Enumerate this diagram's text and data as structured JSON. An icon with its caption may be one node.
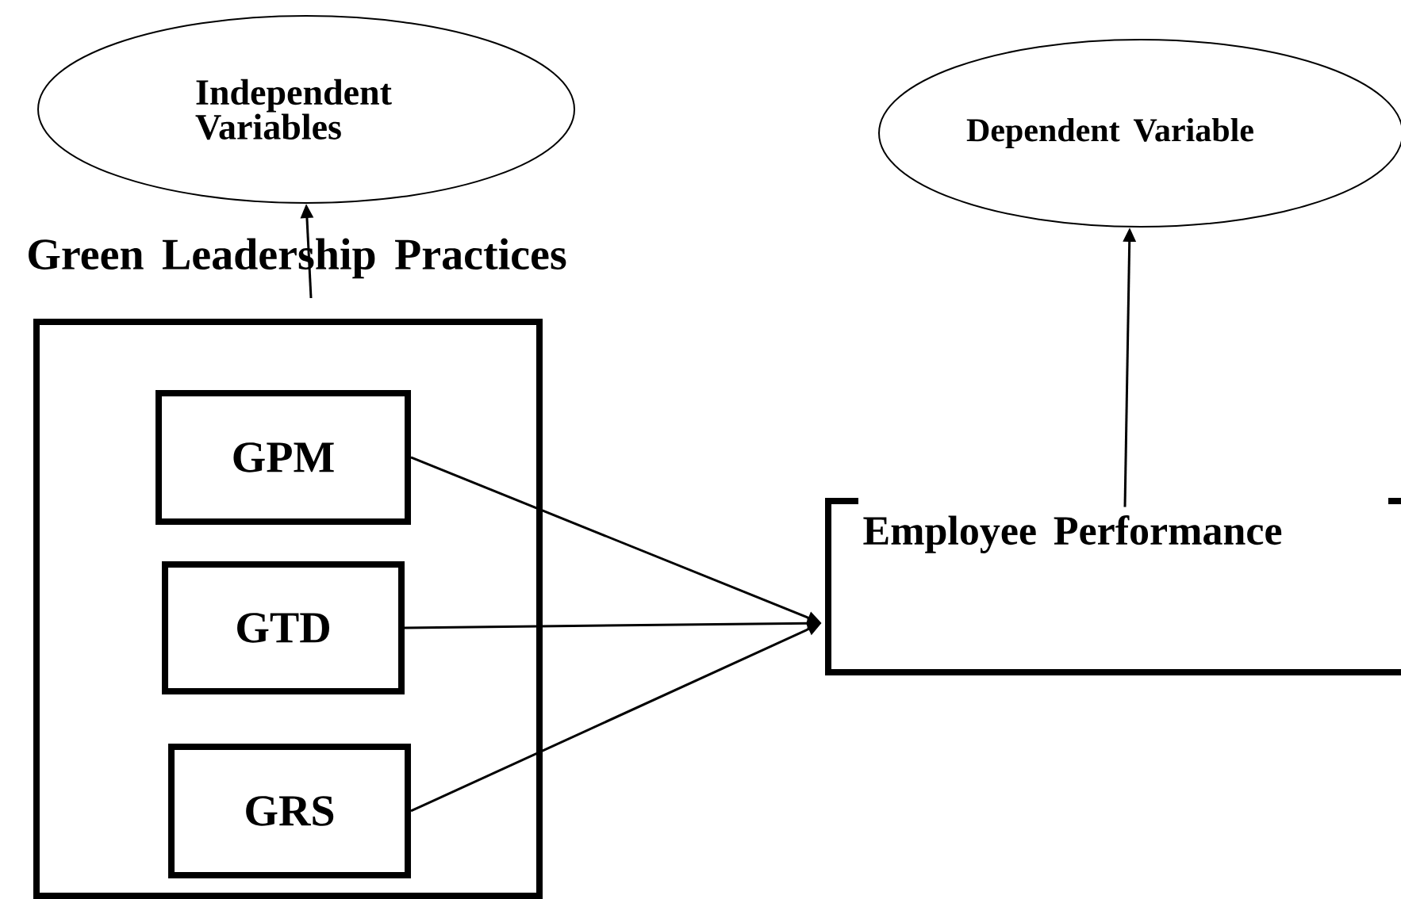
{
  "diagram": {
    "nodes": [
      {
        "text": [
          "Independent Variables"
        ]
      },
      {
        "text": [
          "Dependent Variable"
        ]
      },
      {
        "text": [
          "Green Leadership Practices"
        ]
      },
      {
        "text": [
          "GPM"
        ],
        "in": 2
      },
      {
        "text": [
          "GTD"
        ],
        "in": 2
      },
      {
        "text": [
          "GRS"
        ],
        "in": 2
      },
      {
        "text": [
          "Employee Performance"
        ]
      }
    ],
    "edges": [
      {
        "from": 2,
        "to": 0,
        "arrow": "to"
      },
      {
        "from": 3,
        "to": 6,
        "arrow": "to"
      },
      {
        "from": 4,
        "to": 6,
        "arrow": "to"
      },
      {
        "from": 5,
        "to": 6,
        "arrow": "to"
      },
      {
        "from": 6,
        "to": 1,
        "arrow": "to"
      }
    ]
  }
}
